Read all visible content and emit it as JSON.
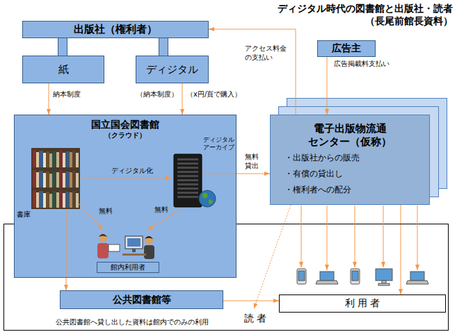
{
  "diagram": {
    "title": "ディジタル時代の図書館と出版社・読者 （長尾前館長資料）",
    "nodes": [
      {
        "text": [
          "出版社（権利者）"
        ]
      },
      {
        "text": [
          "紙"
        ]
      },
      {
        "text": [
          "ディジタル"
        ]
      },
      {
        "text": [
          "広告主"
        ]
      },
      {
        "text": [
          "国立国会図書館",
          "（クラウド）"
        ]
      },
      {
        "text": [
          "館内利用者"
        ],
        "in": 4
      },
      {
        "text": [
          "電子出版物流通 センター（仮称）",
          "・出版社からの販売",
          "・有償の貸出し",
          "・権利者への配分"
        ]
      },
      {
        "text": [
          "読 者"
        ]
      },
      {
        "text": [
          "公共図書館等"
        ],
        "in": 7
      },
      {
        "text": [
          "利 用 者"
        ],
        "in": 7
      }
    ],
    "edges": [
      {
        "from": 0,
        "to": 1,
        "arrow": "none"
      },
      {
        "from": 0,
        "to": 2,
        "arrow": "none"
      },
      {
        "from": 1,
        "to": 4,
        "label": "納本制度",
        "arrow": "to"
      },
      {
        "from": 2,
        "to": 4,
        "label": "（納本制度）",
        "arrow": "to"
      },
      {
        "from": 6,
        "to": 0,
        "label": "アクセス料金 の支払い",
        "arrow": "to"
      },
      {
        "from": 3,
        "to": 6,
        "label": "広告掲載料支払い",
        "arrow": "to"
      },
      {
        "from": 4,
        "to": 6,
        "label": "無料 貸出",
        "arrow": "to"
      },
      {
        "from": 4,
        "to": 8,
        "arrow": "to"
      },
      {
        "from": 8,
        "to": 9,
        "arrow": "to"
      },
      {
        "from": 6,
        "to": 9,
        "arrow": "to"
      },
      {
        "from": 6,
        "to": 7,
        "arrow": "to"
      }
    ],
    "labels": [
      "（x円/頁で購入）",
      "ディジタル化",
      "無料",
      "無料",
      "ディジタル アーカイブ",
      "書庫",
      "公共図書館へ貸し出した資料は館内でのみの利用"
    ]
  }
}
